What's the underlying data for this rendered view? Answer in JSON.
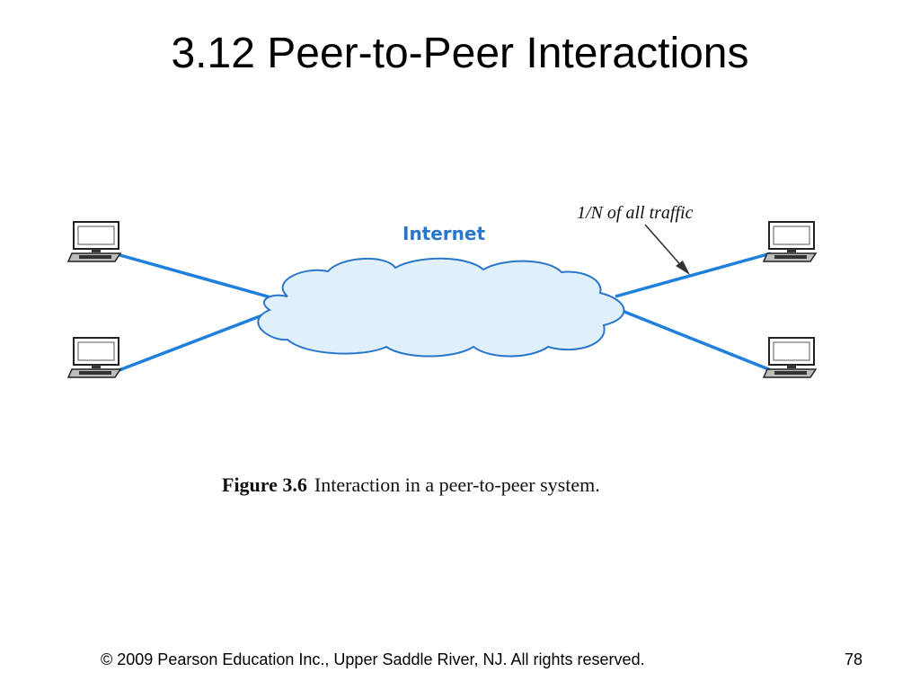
{
  "slide": {
    "title": "3.12  Peer-to-Peer Interactions",
    "footer_copyright": "© 2009 Pearson Education Inc., Upper Saddle River, NJ. All rights reserved.",
    "page_number": "78"
  },
  "diagram": {
    "cloud_label": "Internet",
    "traffic_annotation": "1/N of all traffic",
    "caption_number": "Figure 3.6",
    "caption_text": "Interaction in a peer-to-peer system.",
    "colors": {
      "link": "#1f7fdc",
      "cloud_fill": "#dff0fb",
      "cloud_stroke": "#2a77c9",
      "label": "#2a77c9"
    },
    "icons": [
      "computer-icon",
      "computer-icon",
      "computer-icon",
      "computer-icon",
      "cloud-icon"
    ]
  }
}
